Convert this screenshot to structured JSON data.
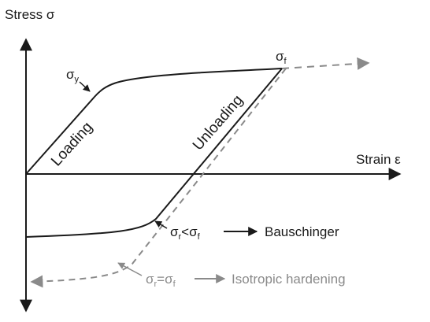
{
  "axes": {
    "y_label": "Stress σ",
    "x_label": "Strain ε"
  },
  "labels": {
    "yield": "σ",
    "yield_sub": "y",
    "final": "σ",
    "final_sub": "f",
    "loading": "Loading",
    "unloading": "Unloading",
    "bausch_lhs": "σ",
    "bausch_lhs_sub": "r",
    "bausch_op": "<",
    "bausch_rhs": "σ",
    "bausch_rhs_sub": "f",
    "bauschinger": "Bauschinger",
    "iso_lhs": "σ",
    "iso_lhs_sub": "r",
    "iso_op": "=",
    "iso_rhs": "σ",
    "iso_rhs_sub": "f",
    "isotropic": "Isotropic hardening"
  },
  "colors": {
    "ink": "#1a1a1a",
    "dashed": "#8a8a8a"
  }
}
